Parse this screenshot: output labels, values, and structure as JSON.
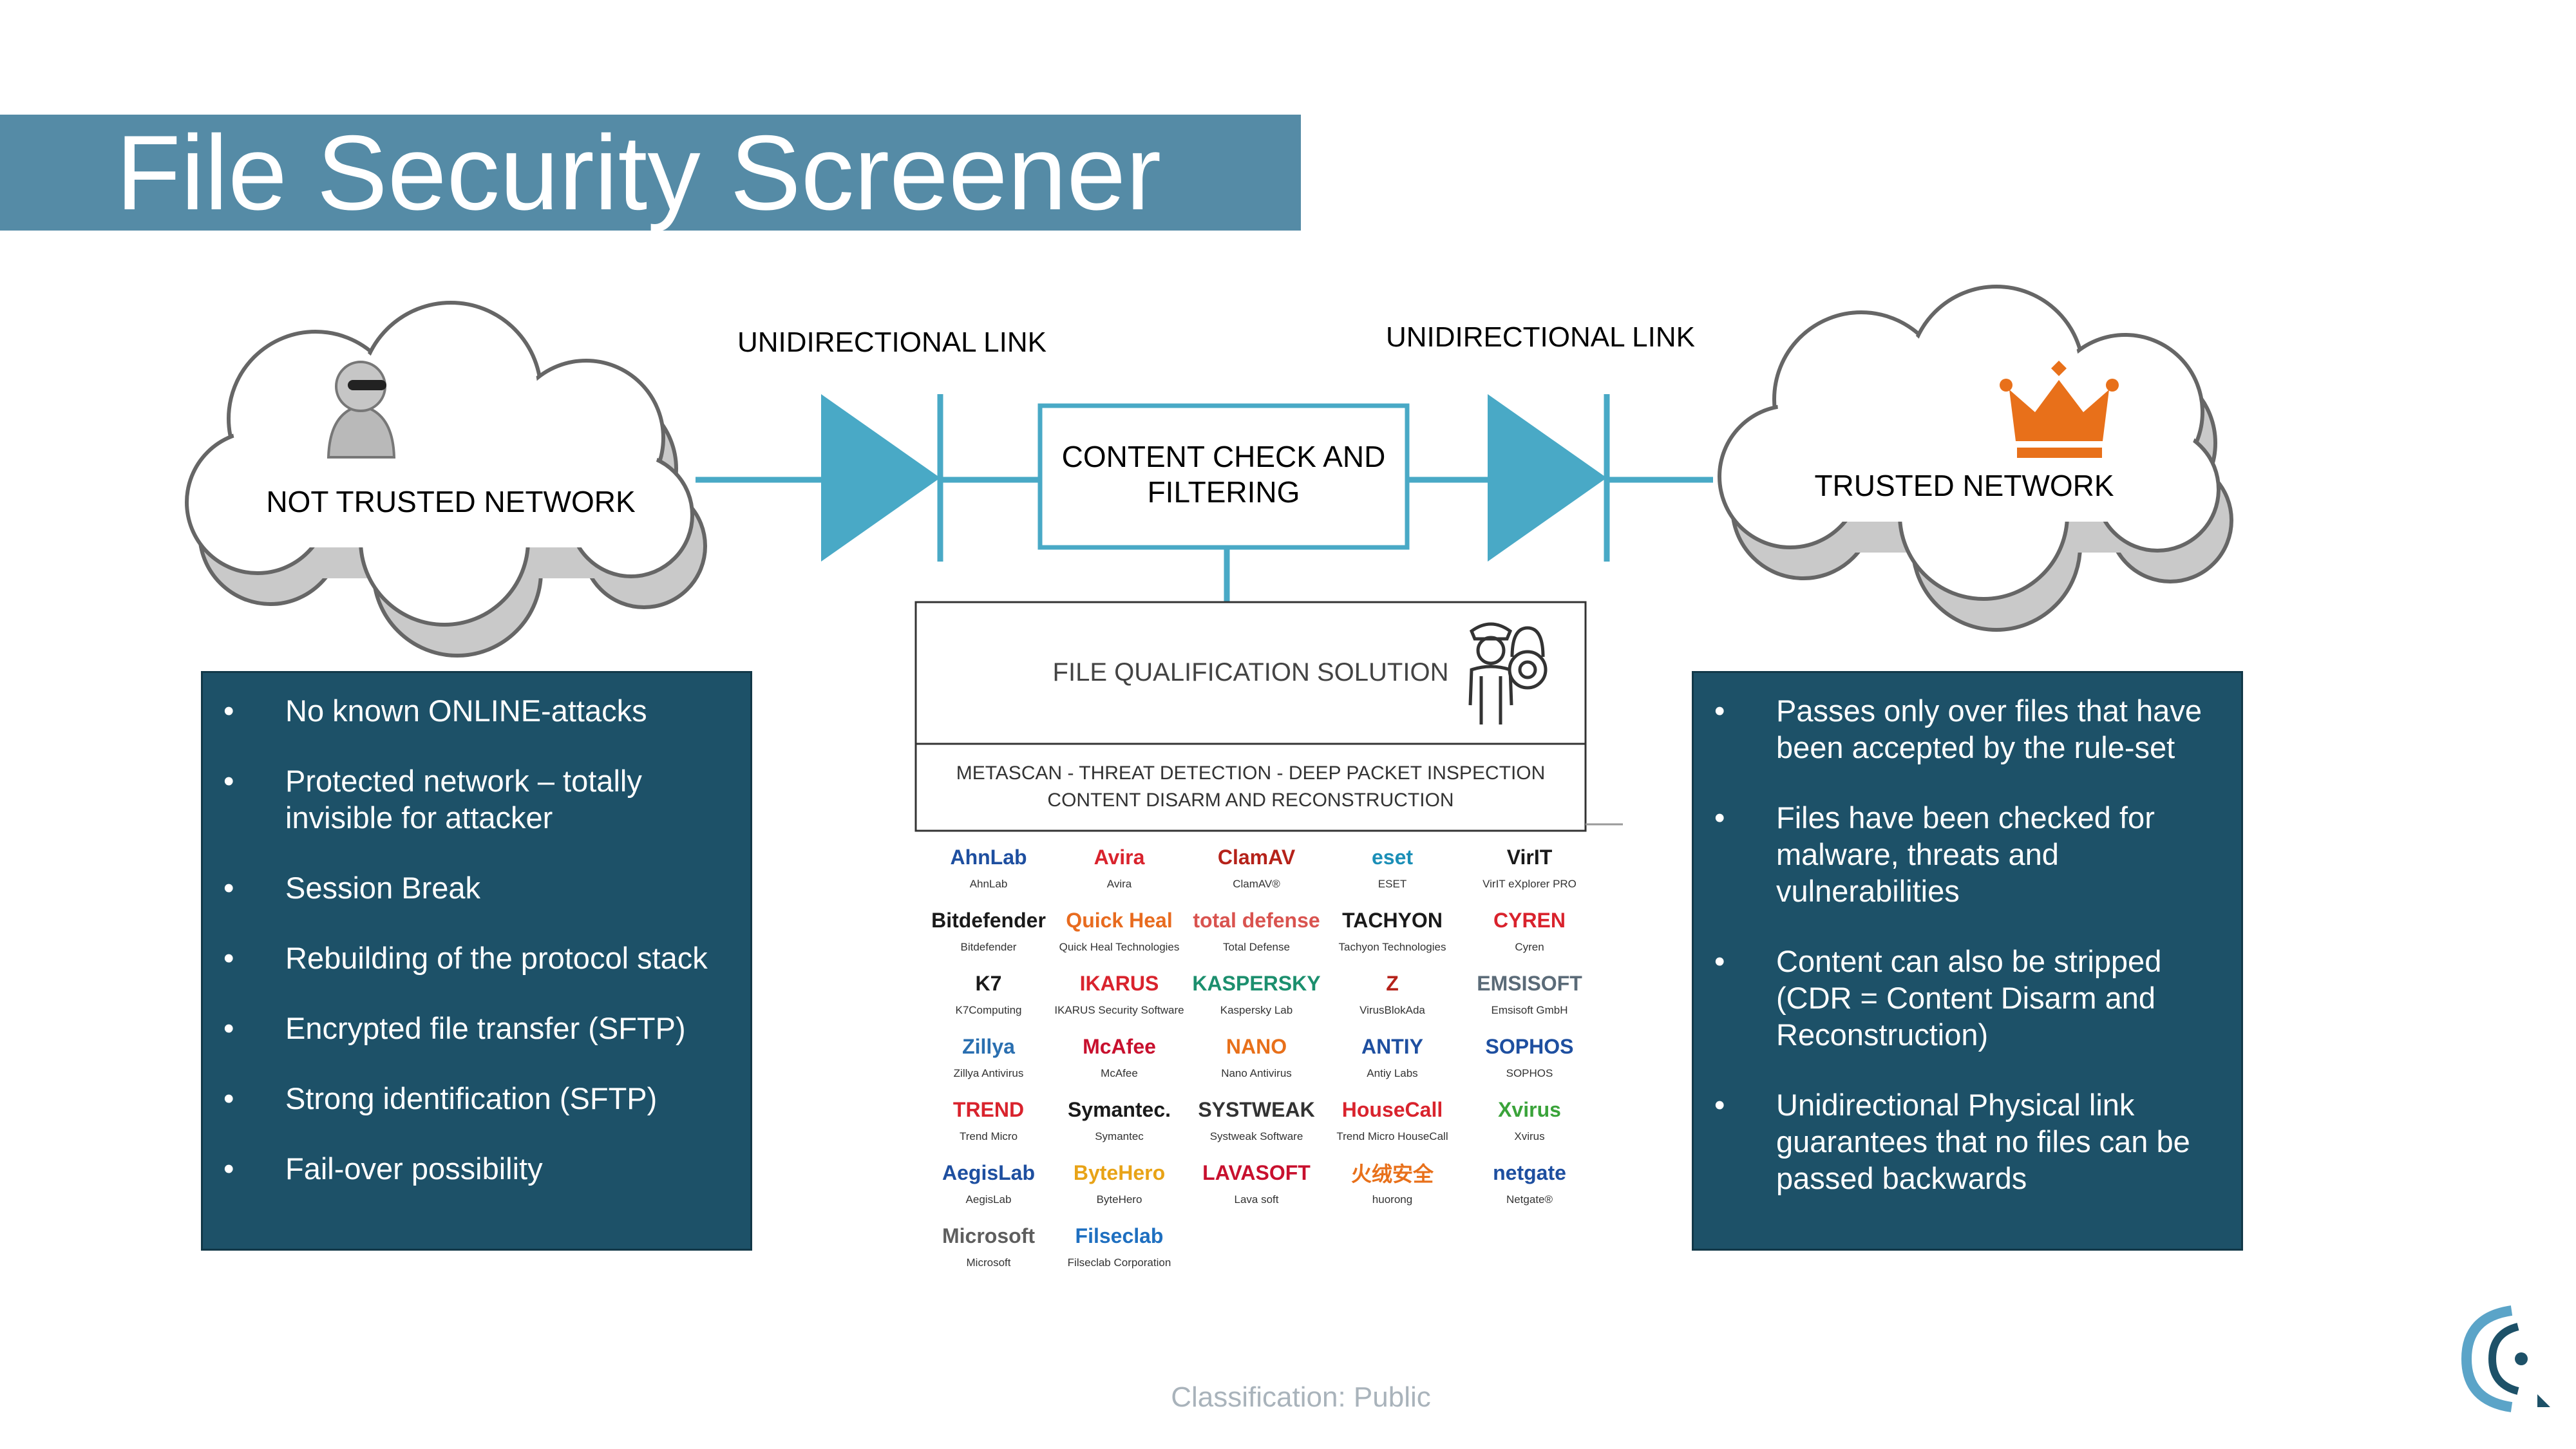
{
  "header": {
    "title": "File Security Screener"
  },
  "diagram": {
    "link_left_label": "UNIDIRECTIONAL LINK",
    "link_right_label": "UNIDIRECTIONAL LINK",
    "untrusted_label": "NOT TRUSTED NETWORK",
    "trusted_label": "TRUSTED NETWORK",
    "content_check_line1": "CONTENT CHECK AND",
    "content_check_line2": "FILTERING",
    "fqs_title": "FILE QUALIFICATION SOLUTION",
    "fqs_line1": "METASCAN - THREAT DETECTION - DEEP PACKET INSPECTION",
    "fqs_line2": "CONTENT DISARM AND RECONSTRUCTION",
    "icons": [
      "hacker-icon",
      "crown-icon",
      "guard-lock-icon"
    ],
    "colors": {
      "title_bar": "#558ba6",
      "link": "#49a9c6",
      "panel": "#1d5168",
      "crown": "#e8701a"
    }
  },
  "left_panel": {
    "items": [
      "No known ONLINE-attacks",
      "Protected network – totally invisible for attacker",
      "Session Break",
      "Rebuilding of the protocol stack",
      "Encrypted file transfer (SFTP)",
      "Strong identification (SFTP)",
      "Fail-over possibility"
    ]
  },
  "right_panel": {
    "items": [
      "Passes only over files that have been accepted by the rule-set",
      "Files have been checked for malware, threats and vulnerabilities",
      "Content can also be stripped (CDR = Content Disarm and Reconstruction)",
      "Unidirectional Physical link guarantees that no files can be passed backwards"
    ]
  },
  "vendors": [
    {
      "logo": "AhnLab",
      "name": "AhnLab",
      "color": "#1e4fa0"
    },
    {
      "logo": "Avira",
      "name": "Avira",
      "color": "#d9232d"
    },
    {
      "logo": "ClamAV",
      "name": "ClamAV®",
      "color": "#b5221a"
    },
    {
      "logo": "eset",
      "name": "ESET",
      "color": "#1b8fb7"
    },
    {
      "logo": "VirIT",
      "name": "VirIT eXplorer PRO",
      "color": "#1a1a1a"
    },
    {
      "logo": "Bitdefender",
      "name": "Bitdefender",
      "color": "#1a1a1a"
    },
    {
      "logo": "Quick Heal",
      "name": "Quick Heal Technologies",
      "color": "#e86b1f"
    },
    {
      "logo": "total defense",
      "name": "Total Defense",
      "color": "#d9534f"
    },
    {
      "logo": "TACHYON",
      "name": "Tachyon Technologies",
      "color": "#1a1a1a"
    },
    {
      "logo": "CYREN",
      "name": "Cyren",
      "color": "#d9232d"
    },
    {
      "logo": "K7",
      "name": "K7Computing",
      "color": "#1a1a1a"
    },
    {
      "logo": "IKARUS",
      "name": "IKARUS Security Software",
      "color": "#d9232d"
    },
    {
      "logo": "KASPERSKY",
      "name": "Kaspersky Lab",
      "color": "#1c8f6e"
    },
    {
      "logo": "Z",
      "name": "VirusBlokAda",
      "color": "#b5221a"
    },
    {
      "logo": "EMSISOFT",
      "name": "Emsisoft GmbH",
      "color": "#5b6b78"
    },
    {
      "logo": "Zillya",
      "name": "Zillya Antivirus",
      "color": "#2a6fb0"
    },
    {
      "logo": "McAfee",
      "name": "McAfee",
      "color": "#c8102e"
    },
    {
      "logo": "NANO",
      "name": "Nano Antivirus",
      "color": "#e8701a"
    },
    {
      "logo": "ANTIY",
      "name": "Antiy Labs",
      "color": "#1e4fa0"
    },
    {
      "logo": "SOPHOS",
      "name": "SOPHOS",
      "color": "#1e4fa0"
    },
    {
      "logo": "TREND",
      "name": "Trend Micro",
      "color": "#d9232d"
    },
    {
      "logo": "Symantec.",
      "name": "Symantec",
      "color": "#1a1a1a"
    },
    {
      "logo": "SYSTWEAK",
      "name": "Systweak Software",
      "color": "#333333"
    },
    {
      "logo": "HouseCall",
      "name": "Trend Micro HouseCall",
      "color": "#d9232d"
    },
    {
      "logo": "Xvirus",
      "name": "Xvirus",
      "color": "#3aa33a"
    },
    {
      "logo": "AegisLab",
      "name": "AegisLab",
      "color": "#1e4fa0"
    },
    {
      "logo": "ByteHero",
      "name": "ByteHero",
      "color": "#e8a317"
    },
    {
      "logo": "LAVASOFT",
      "name": "Lava soft",
      "color": "#c8102e"
    },
    {
      "logo": "火绒安全",
      "name": "huorong",
      "color": "#e8701a"
    },
    {
      "logo": "netgate",
      "name": "Netgate®",
      "color": "#1e4fa0"
    },
    {
      "logo": "Microsoft",
      "name": "Microsoft",
      "color": "#5e5e5e"
    },
    {
      "logo": "Filseclab",
      "name": "Filseclab Corporation",
      "color": "#1e6fc0"
    }
  ],
  "footer": {
    "classification": "Classification: Public"
  }
}
